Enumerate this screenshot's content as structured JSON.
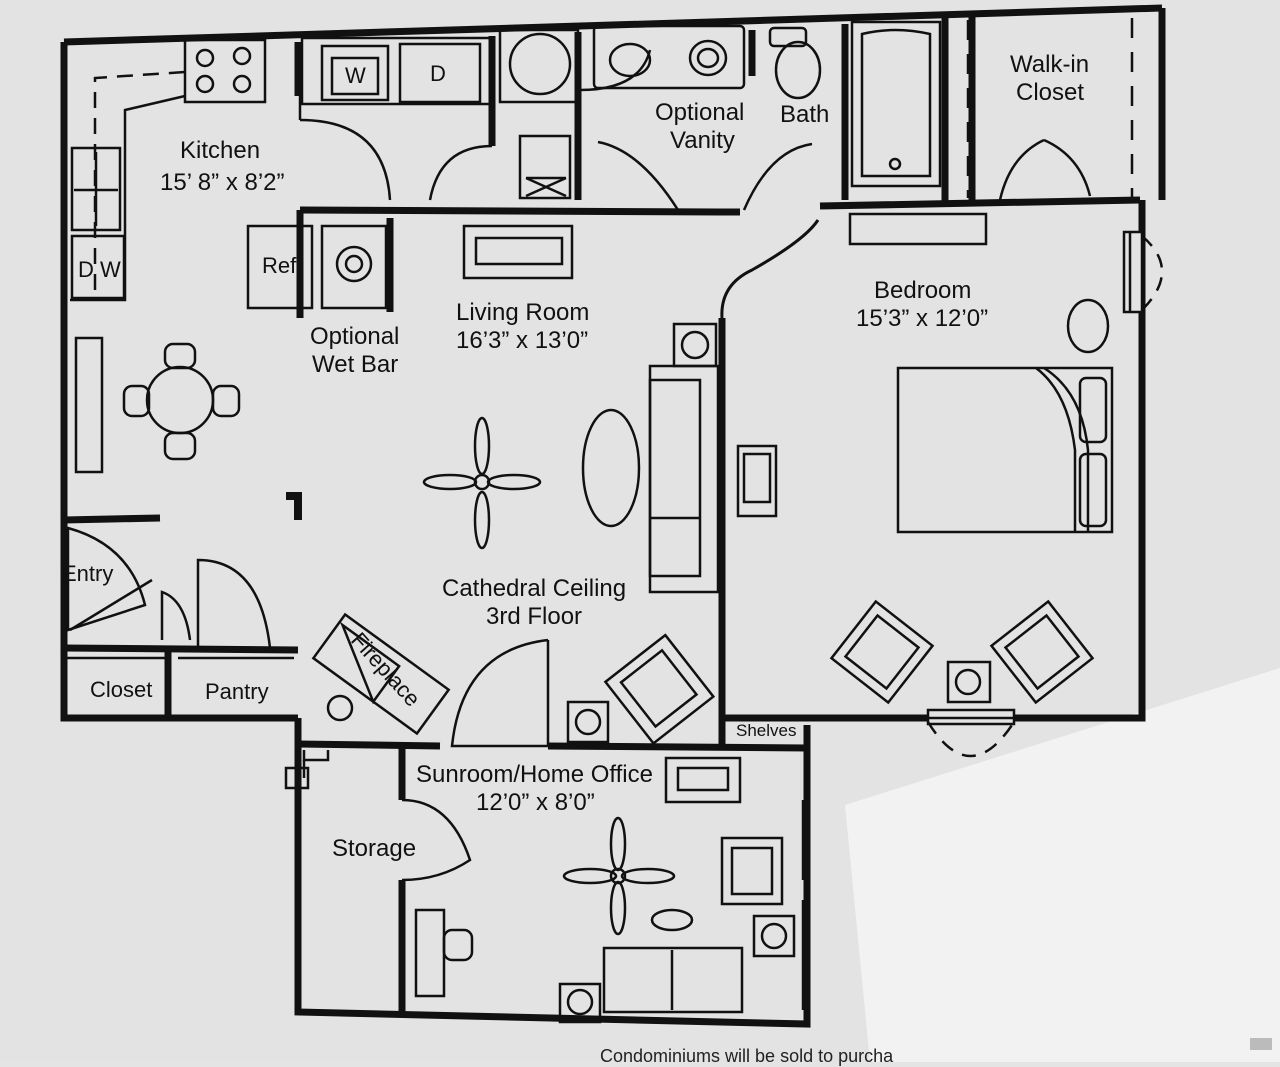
{
  "rooms": {
    "kitchen": {
      "name": "Kitchen",
      "dims": "15’ 8” x 8’2”"
    },
    "living_room": {
      "name": "Living Room",
      "dims": "16’3” x 13’0”"
    },
    "bedroom": {
      "name": "Bedroom",
      "dims": "15’3” x 12’0”"
    },
    "sunroom": {
      "name": "Sunroom/Home Office",
      "dims": "12’0” x 8’0”"
    },
    "walk_in_closet": {
      "line1": "Walk-in",
      "line2": "Closet"
    },
    "bath": "Bath",
    "optional_vanity": {
      "line1": "Optional",
      "line2": "Vanity"
    },
    "optional_wet_bar": {
      "line1": "Optional",
      "line2": "Wet Bar"
    },
    "cathedral": {
      "line1": "Cathedral Ceiling",
      "line2": "3rd Floor"
    },
    "entry": "Entry",
    "closet": "Closet",
    "pantry": "Pantry",
    "fireplace": "Fireplace",
    "storage": "Storage",
    "shelves": "Shelves"
  },
  "appliances": {
    "washer": "W",
    "dryer": "D",
    "dishwasher": "D W",
    "refrigerator": "Ref"
  },
  "footer": "Condominiums will be sold to purcha"
}
